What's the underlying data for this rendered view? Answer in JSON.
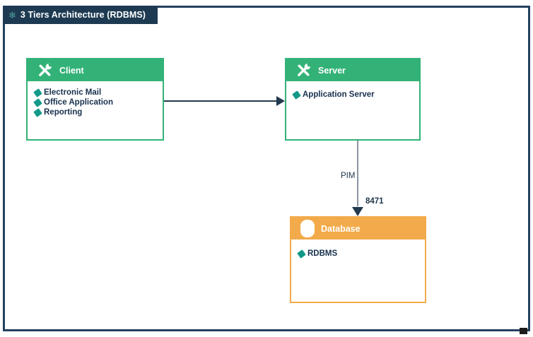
{
  "title_bar": {
    "title": "3 Tiers Architecture (RDBMS)",
    "icon": "snowflake-icon",
    "background": "#1d3a52"
  },
  "colors": {
    "border_navy": "#24415e",
    "node_green": "#33b277",
    "node_orange": "#f3aa4a",
    "bullet_teal": "#12998a",
    "item_text": "#17304d",
    "connector_dark": "#22394e",
    "connector_gray": "#8995a3"
  },
  "nodes": [
    {
      "id": "client",
      "title": "Client",
      "icon": "tools-icon",
      "accent": "#33b277",
      "items": [
        "Electronic Mail",
        "Office Application",
        "Reporting"
      ]
    },
    {
      "id": "server",
      "title": "Server",
      "icon": "tools-icon",
      "accent": "#33b277",
      "items": [
        "Application Server"
      ]
    },
    {
      "id": "database",
      "title": "Database",
      "icon": "database-icon",
      "accent": "#f3aa4a",
      "items": [
        "RDBMS"
      ]
    }
  ],
  "connectors": [
    {
      "from": "client",
      "to": "server",
      "style": "solid-dark-arrow"
    },
    {
      "from": "server",
      "to": "database",
      "style": "gray-line-dark-arrow",
      "label": "PIM",
      "end_label": "8471"
    }
  ]
}
